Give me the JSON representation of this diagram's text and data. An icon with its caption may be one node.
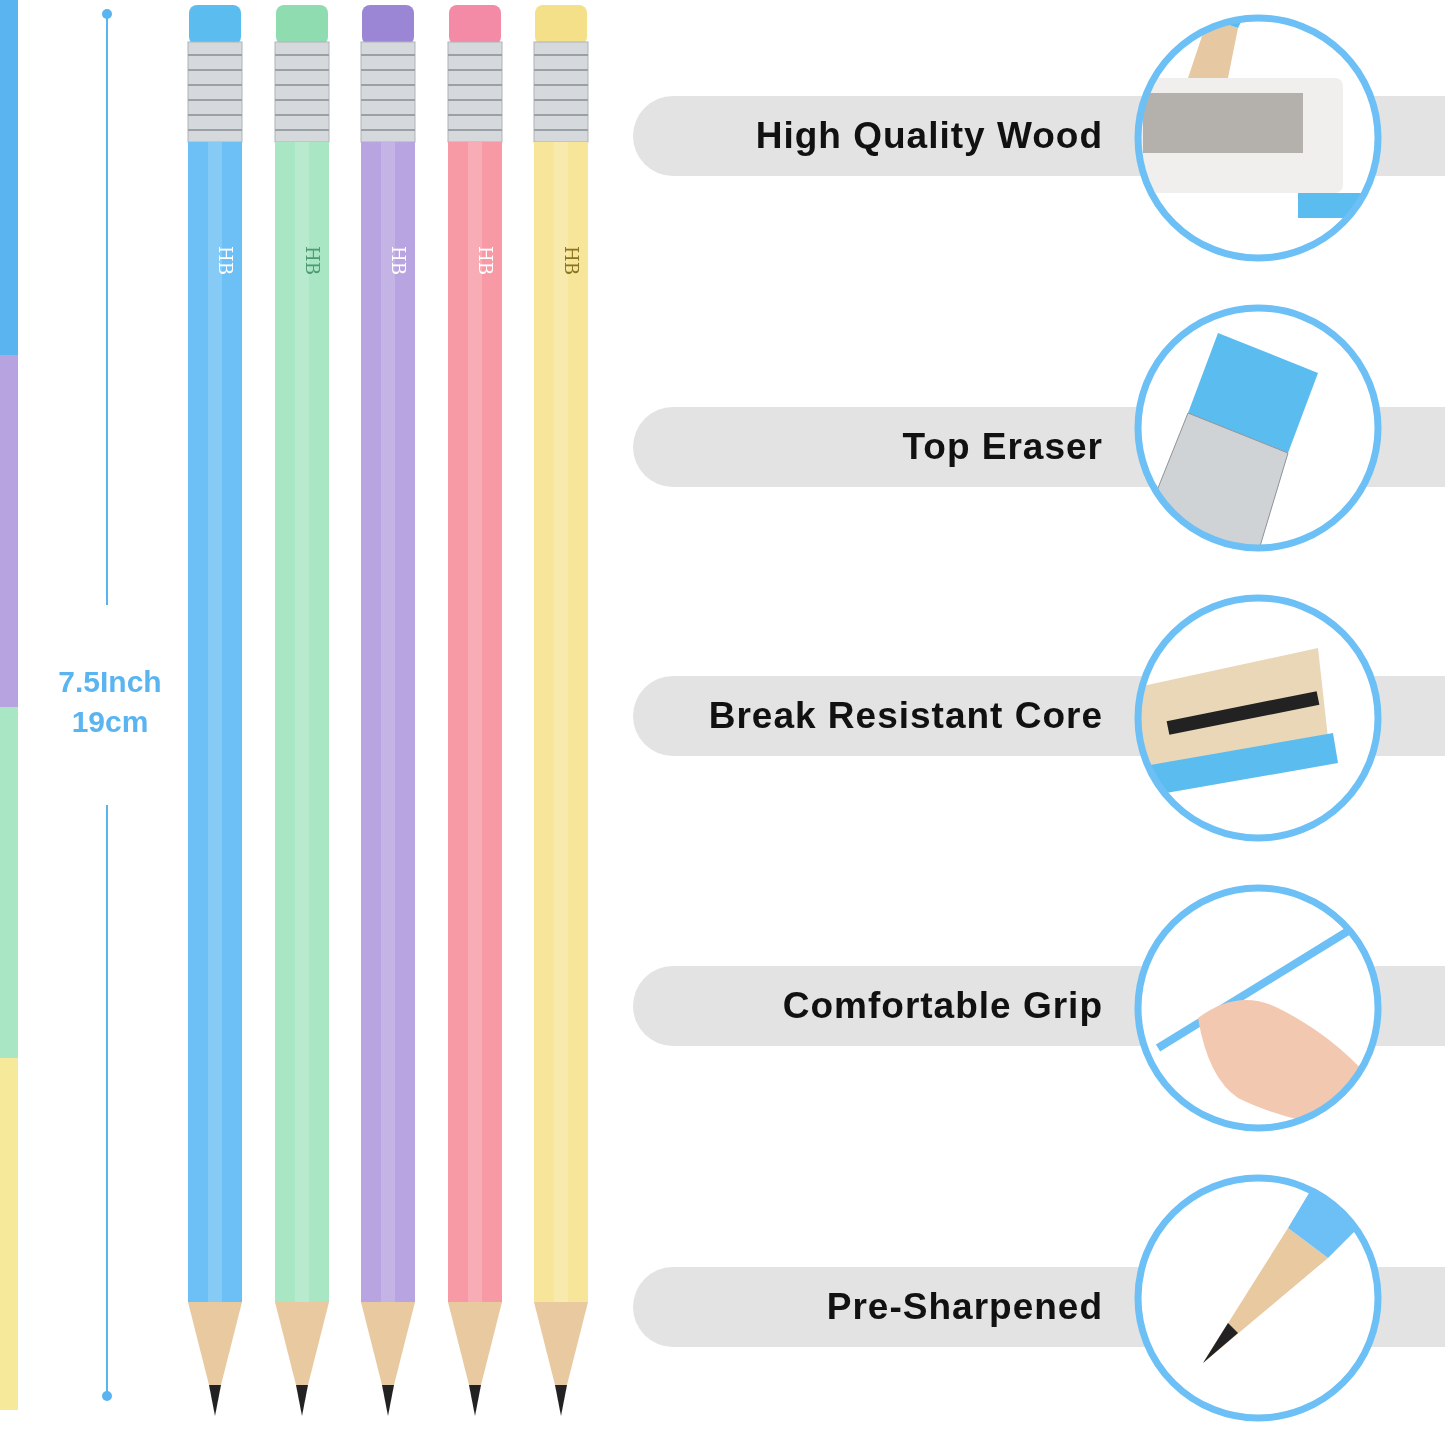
{
  "diagram": {
    "nodes": [
      {
        "text": [
          "High Quality Wood"
        ]
      },
      {
        "text": [
          "Top Eraser"
        ]
      },
      {
        "text": [
          "Break Resistant Core"
        ]
      },
      {
        "text": [
          "Comfortable Grip"
        ]
      },
      {
        "text": [
          "Pre-Sharpened"
        ]
      }
    ],
    "labels": [
      "HB",
      "HB",
      "HB",
      "HB",
      "HB",
      "7.5Inch 19cm"
    ]
  }
}
